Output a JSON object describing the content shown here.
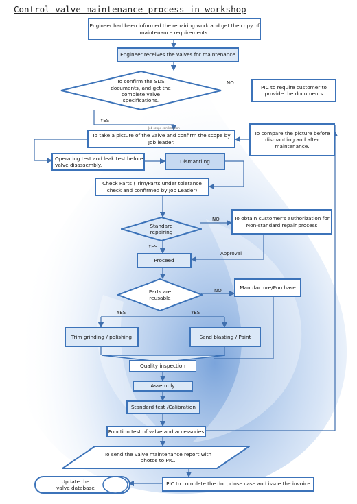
{
  "title": "Control valve maintenance process in workshop",
  "steps": {
    "informed": "Engineer had been informed the repairing work and get the copy of maintenance requirements.",
    "receives": "Engineer receives the valves for maintenance",
    "confirm_sds": "To confirm the SDS documents, and get the complete valve specifications.",
    "pic_require": "PIC to require customer to provide the documents",
    "take_picture": "To take a picture of the valve and confirm the scope by Job leader.",
    "compare_picture": "To compare the picture before dismantling and after maintenance.",
    "operating_test": "Operating test and leak test before valve disassembly.",
    "dismantling": "Dismantling",
    "check_parts": "Check Parts (Trim/Parts under tolerance check and confirmed by Job Leader)",
    "standard_repairing": "Standard repairing",
    "obtain_authorization": "To obtain customer's authorization for Non-standard repair process",
    "proceed": "Proceed",
    "parts_reusable": "Parts are reusable",
    "manufacture": "Manufacture/Purchase",
    "trim_grinding": "Trim grinding / polishing",
    "sand_blasting": "Sand blasting / Paint",
    "quality_inspection": "Quality inspection",
    "assembly": "Assembly",
    "standard_test": "Standard test /Calibration",
    "function_test": "Function test of valve and accessories",
    "send_report": "To send the valve maintenance report with photos to PIC.",
    "update_database": "Update the valve database",
    "pic_complete": "PIC to complete the doc, close case and issue the invoice"
  },
  "labels": {
    "no1": "NO",
    "yes1": "YES",
    "tiny_note": "Job scope confirmation",
    "no2": "NO",
    "yes2": "YES",
    "approval": "Approval",
    "no3": "NO",
    "yes3a": "YES",
    "yes3b": "YES"
  },
  "colors": {
    "border": "#3c73b9",
    "light_fill": "#dbe8f7",
    "dark_fill": "#c6d9f1",
    "connector": "#3f6fae"
  }
}
